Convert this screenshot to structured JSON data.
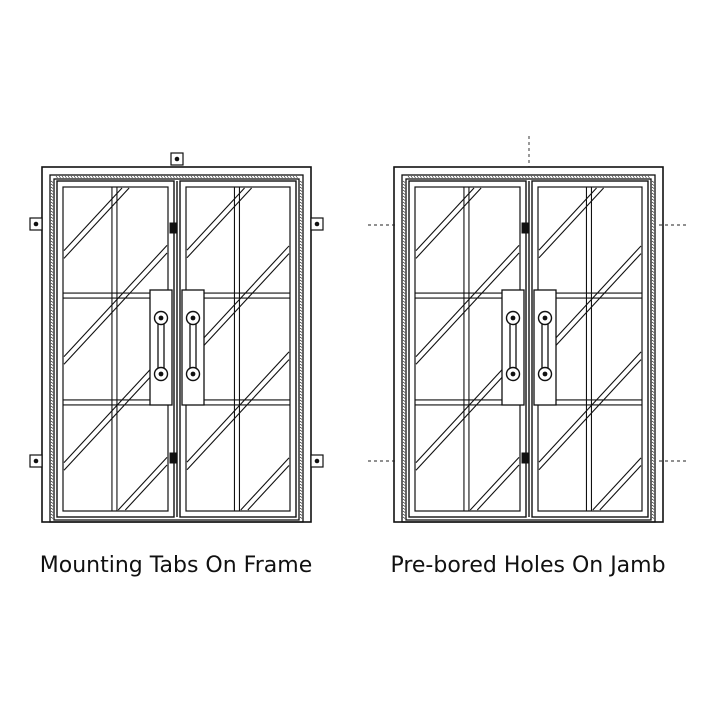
{
  "diagrams": [
    {
      "caption": "Mounting Tabs On Frame",
      "variant": "mounting-tabs",
      "feature_count": 5
    },
    {
      "caption": "Pre-bored Holes On Jamb",
      "variant": "pre-bored-holes",
      "feature_count": 5
    }
  ],
  "colors": {
    "line": "#111111",
    "background": "#ffffff",
    "guide": "#222222"
  }
}
